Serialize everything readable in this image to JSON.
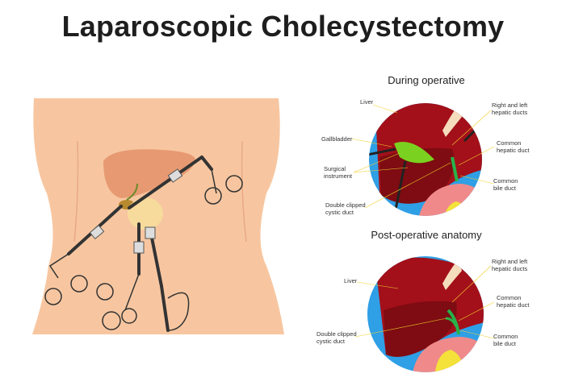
{
  "title": "Laparoscopic Cholecystectomy",
  "during": {
    "heading": "During operative",
    "labels": {
      "liver": "Liver",
      "gallbladder": "Gallbladder",
      "surgical_instrument": [
        "Surgical",
        "instrument"
      ],
      "double_clipped": [
        "Double clipped",
        "cystic duct"
      ],
      "hepatic_ducts": [
        "Right and left",
        "hepatic ducts"
      ],
      "common_hepatic": [
        "Common",
        "hepatic duct"
      ],
      "common_bile": [
        "Common",
        "bile duct"
      ]
    }
  },
  "post": {
    "heading": "Post-operative anatomy",
    "labels": {
      "liver": "Liver",
      "double_clipped": [
        "Double clipped",
        "cystic duct"
      ],
      "hepatic_ducts": [
        "Right and left",
        "hepatic ducts"
      ],
      "common_hepatic": [
        "Common",
        "hepatic duct"
      ],
      "common_bile": [
        "Common",
        "bile duct"
      ]
    }
  },
  "colors": {
    "skin": "#f7c6a0",
    "liver": "#a3101a",
    "liver_dark": "#7e0c12",
    "blue": "#2f9fe6",
    "gallbladder": "#7bd11f",
    "duct": "#27b34a",
    "pink": "#f08a8a",
    "yellow": "#f4e23a"
  }
}
